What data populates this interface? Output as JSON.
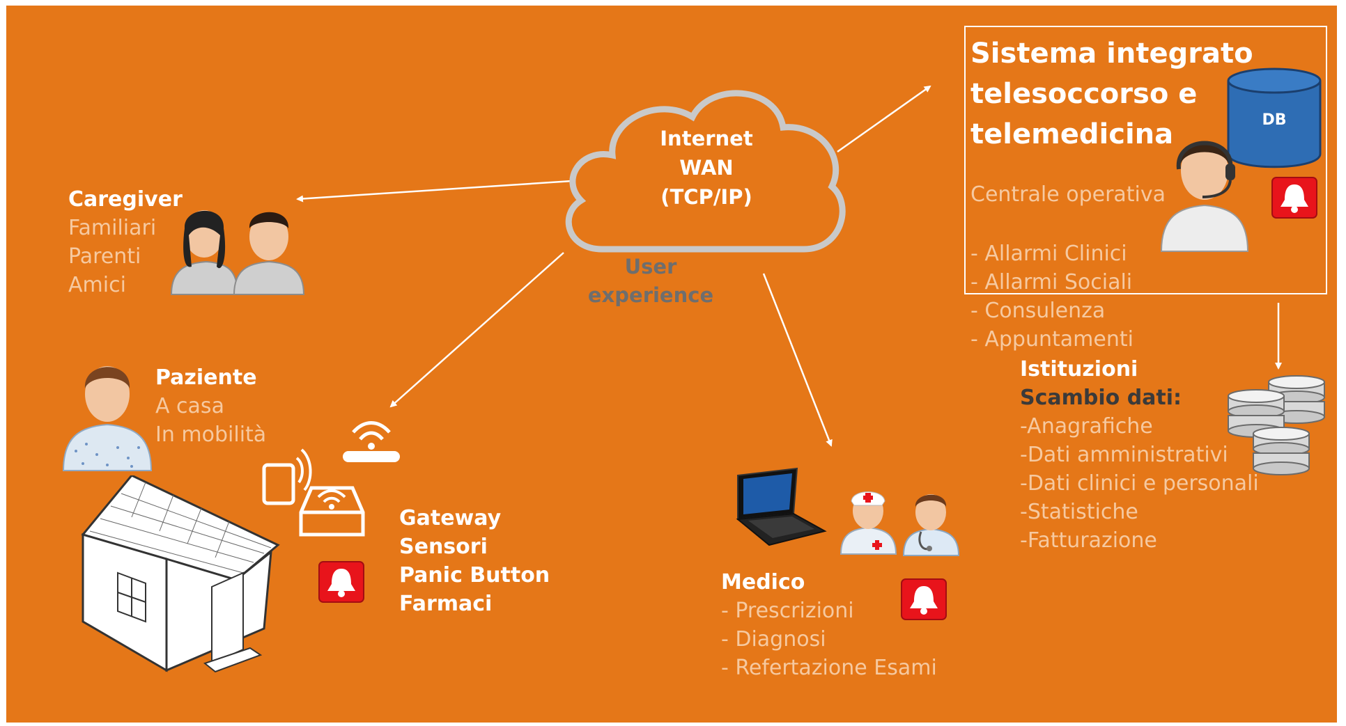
{
  "cloud": {
    "line1": "Internet",
    "line2": "WAN",
    "line3": "(TCP/IP)"
  },
  "user_experience": {
    "line1": "User",
    "line2": "experience"
  },
  "caregiver": {
    "title": "Caregiver",
    "items": [
      "Familiari",
      "Parenti",
      "Amici"
    ]
  },
  "paziente": {
    "title": "Paziente",
    "items": [
      "A casa",
      "In mobilità"
    ]
  },
  "gateway": {
    "items": [
      "Gateway",
      "Sensori",
      "Panic Button",
      "Farmaci"
    ]
  },
  "medico": {
    "title": "Medico",
    "items": [
      "- Prescrizioni",
      "- Diagnosi",
      "- Refertazione Esami"
    ]
  },
  "sistema": {
    "title_lines": [
      "Sistema integrato",
      "telesoccorso e",
      "telemedicina"
    ],
    "subtitle": "Centrale operativa",
    "items": [
      "- Allarmi Clinici",
      "- Allarmi Sociali",
      "- Consulenza",
      "- Appuntamenti"
    ],
    "db_label": "DB"
  },
  "istituzioni": {
    "title": "Istituzioni",
    "subtitle": "Scambio dati:",
    "items": [
      "-Anagrafiche",
      "-Dati amministrativi",
      "-Dati clinici e personali",
      "-Statistiche",
      "-Fatturazione"
    ]
  },
  "colors": {
    "background": "#E57718",
    "alarm": "#E8141B",
    "db": "#2E6DB4"
  }
}
